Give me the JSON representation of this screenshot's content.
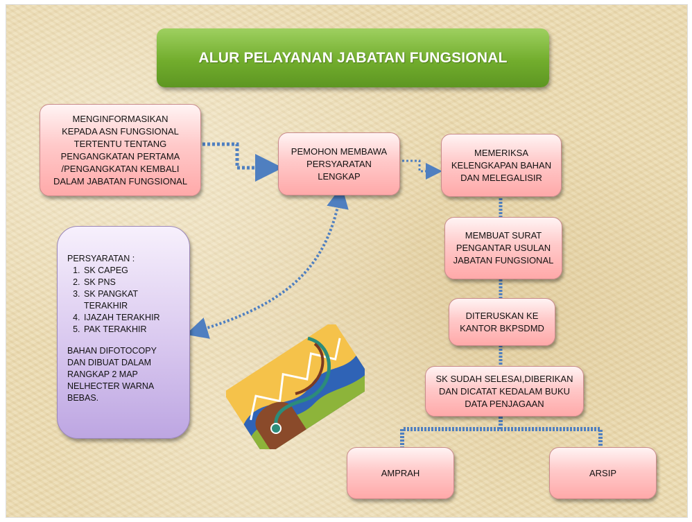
{
  "title": "ALUR PELAYANAN JABATAN FUNGSIONAL",
  "boxes": {
    "informasi": "MENGINFORMASIKAN\nKEPADA ASN  FUNGSIONAL\nTERTENTU TENTANG\nPENGANGKATAN PERTAMA\n/PENGANGKATAN KEMBALI\nDALAM JABATAN FUNGSIONAL",
    "pemohon": "PEMOHON MEMBAWA\nPERSYARATAN\nLENGKAP",
    "memeriksa": "MEMERIKSA\nKELENGKAPAN BAHAN\nDAN MELEGALISIR",
    "membuat_surat": "MEMBUAT SURAT\nPENGANTAR USULAN\nJABATAN FUNGSIONAL",
    "diteruskan": "DITERUSKAN KE\nKANTOR BKPSDMD",
    "sk_selesai": "SK SUDAH SELESAI,DIBERIKAN\nDAN DICATAT KEDALAM BUKU\nDATA PENJAGAAN",
    "amprah": "AMPRAH",
    "arsip": "ARSIP"
  },
  "persyaratan": {
    "heading": "PERSYARATAN  :",
    "items": [
      "SK CAPEG",
      "SK PNS",
      "SK PANGKAT TERAKHIR",
      "IJAZAH TERAKHIR",
      "PAK TERAKHIR"
    ],
    "note": "BAHAN DIFOTOCOPY\nDAN DIBUAT DALAM\nRANGKAP 2 MAP\nNELHECTER WARNA\nBEBAS."
  },
  "colors": {
    "title_green": "#72ad2d",
    "box_pink": "#ffb8b8",
    "req_lavender": "#d9c8ef",
    "connector_blue": "#4f7fc0"
  }
}
